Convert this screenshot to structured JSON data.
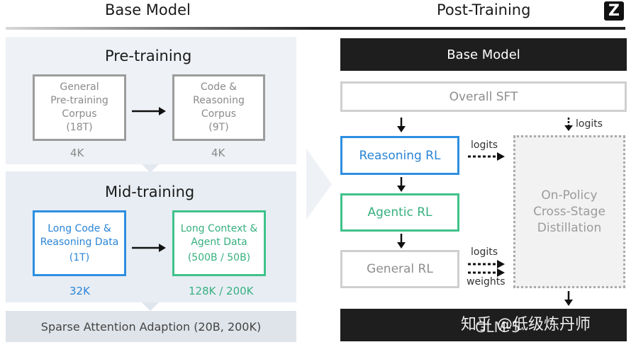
{
  "header": {
    "left_title": "Base Model",
    "right_title": "Post-Training",
    "logo": "Z"
  },
  "pretraining": {
    "title": "Pre-training",
    "box1": {
      "line1": "General",
      "line2": "Pre-training",
      "line3": "Corpus",
      "size": "(18T)"
    },
    "box2": {
      "line1": "Code &",
      "line2": "Reasoning",
      "line3": "Corpus",
      "size": "(9T)"
    },
    "ctx1": "4K",
    "ctx2": "4K"
  },
  "midtraining": {
    "title": "Mid-training",
    "box1": {
      "line1": "Long Code &",
      "line2": "Reasoning Data",
      "size": "(1T)"
    },
    "box2": {
      "line1": "Long Context &",
      "line2": "Agent Data",
      "size": "(500B / 50B)"
    },
    "ctx1": "32K",
    "ctx2": "128K / 200K"
  },
  "sparse": {
    "label": "Sparse Attention Adaption (20B, 200K)"
  },
  "post": {
    "base_model": "Base Model",
    "overall_sft": "Overall SFT",
    "reasoning_rl": "Reasoning RL",
    "agentic_rl": "Agentic RL",
    "general_rl": "General RL",
    "logits_top": "logits",
    "logits_mid": "logits",
    "logits_bottom": "logits",
    "weights": "weights",
    "distill": {
      "line1": "On-Policy",
      "line2": "Cross-Stage",
      "line3": "Distillation"
    },
    "bottom_partial": "GLM-5"
  },
  "watermark": "知乎 @低级炼丹师",
  "colors": {
    "blue": "#2e8fe0",
    "green": "#3fc28a",
    "dark": "#1e1e1e"
  },
  "icons": [
    "arrow-right-icon",
    "arrow-down-icon",
    "dotted-arrow-right-icon",
    "chevron-right-icon"
  ]
}
